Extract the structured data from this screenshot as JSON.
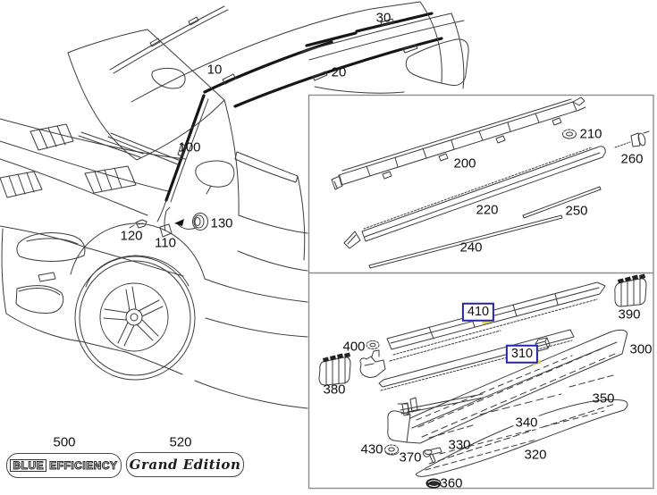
{
  "labels": {
    "p10": "10",
    "p20": "20",
    "p30": "30",
    "p100": "100",
    "p110": "110",
    "p120": "120",
    "p130": "130",
    "p200": "200",
    "p210": "210",
    "p220": "220",
    "p240": "240",
    "p250": "250",
    "p260": "260",
    "p300": "300",
    "p310": "310",
    "p320": "320",
    "p330": "330",
    "p340": "340",
    "p350": "350",
    "p360": "360",
    "p370": "370",
    "p380": "380",
    "p390": "390",
    "p400": "400",
    "p410": "410",
    "p430": "430",
    "p500": "500",
    "p520": "520"
  },
  "highlight": {
    "boxed_part_numbers": [
      "410",
      "310"
    ],
    "box_color": "#2525a8",
    "marker_color": "#ddd04a"
  },
  "badges": {
    "blue": "BLUE",
    "efficiency": "EFFICIENCY",
    "grand_edition": "Grand Edition"
  },
  "colors": {
    "background": "#ffffff",
    "line_art": "#3c3c3c",
    "dark_trim": "#161616",
    "panel_border": "#8c8c8c",
    "label_text": "#111111",
    "highlight_box": "#2525a8"
  }
}
